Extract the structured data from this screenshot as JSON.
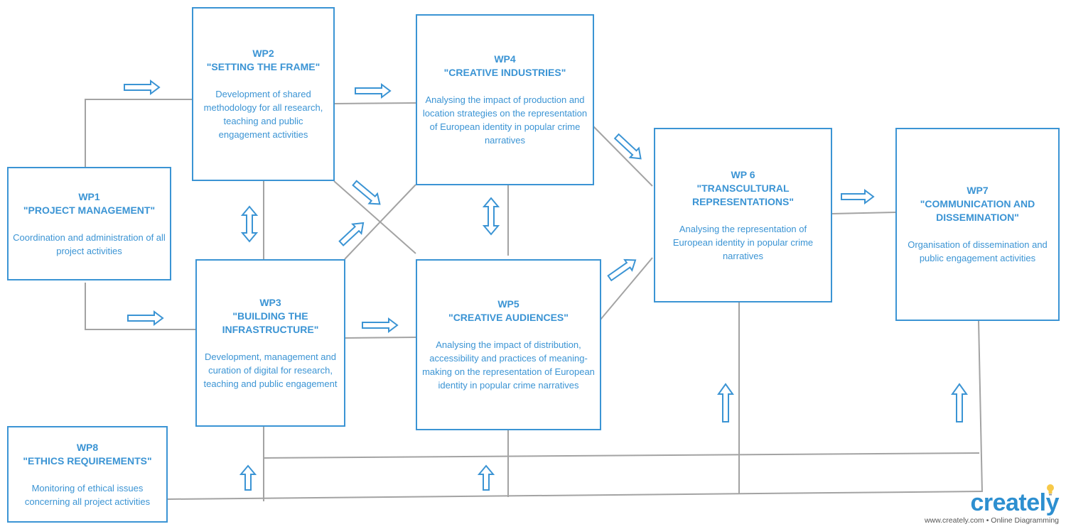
{
  "packages": [
    {
      "key": "wp1",
      "id": "WP1",
      "name": "\"PROJECT MANAGEMENT\"",
      "desc": "Coordination and administration of all project activities"
    },
    {
      "key": "wp2",
      "id": "WP2",
      "name": "\"SETTING THE FRAME\"",
      "desc": "Development of shared methodology for all research, teaching and public engagement activities"
    },
    {
      "key": "wp3",
      "id": "WP3",
      "name": "\"BUILDING THE INFRASTRUCTURE\"",
      "desc": "Development, management and curation of digital for research, teaching and public engagement"
    },
    {
      "key": "wp4",
      "id": "WP4",
      "name": "\"CREATIVE INDUSTRIES\"",
      "desc": "Analysing the impact of production and location strategies on the representation of European identity in popular crime narratives"
    },
    {
      "key": "wp5",
      "id": "WP5",
      "name": "\"CREATIVE AUDIENCES\"",
      "desc": "Analysing  the impact of  distribution, accessibility and practices of meaning-making on the representation of European identity in popular crime narratives"
    },
    {
      "key": "wp6",
      "id": "WP 6",
      "name": "\"TRANSCULTURAL REPRESENTATIONS\"",
      "desc": "Analysing the representation of European identity in popular crime narratives"
    },
    {
      "key": "wp7",
      "id": "WP7",
      "name": "\"COMMUNICATION AND DISSEMINATION\"",
      "desc": "Organisation of dissemination and public engagement activities"
    },
    {
      "key": "wp8",
      "id": "WP8",
      "name": "\"ETHICS REQUIREMENTS\"",
      "desc": "Monitoring of ethical issues concerning all project activities"
    }
  ],
  "brand": {
    "logo": "creately",
    "tagline": "www.creately.com • Online Diagramming"
  },
  "colors": {
    "box": "#3b94d4",
    "connector": "#a0a0a0",
    "arrow": "#3b94d4"
  },
  "icons": [
    "flow-arrow-icon",
    "bulb-icon"
  ]
}
